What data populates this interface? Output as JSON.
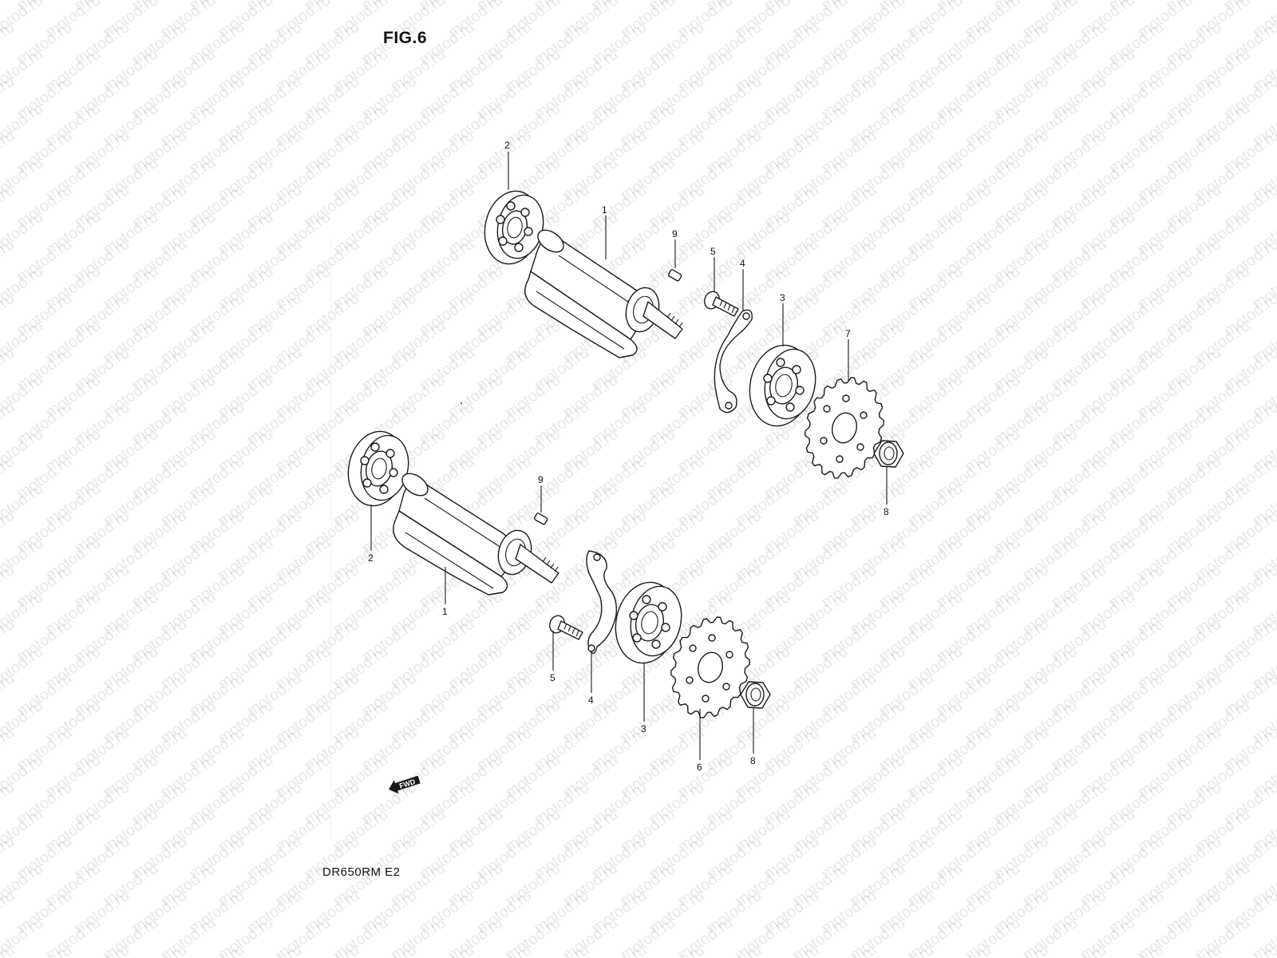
{
  "figure": {
    "title": "FIG.6",
    "model_code": "DR650RM E2"
  },
  "watermark": {
    "text": "motod.ru"
  },
  "fwd_arrow": {
    "label": "FWD"
  },
  "upper_assembly_labels": [
    "2",
    "1",
    "9",
    "5",
    "4",
    "3",
    "7",
    "8"
  ],
  "lower_assembly_labels": [
    "9",
    "2",
    "1",
    "5",
    "4",
    "3",
    "6",
    "8"
  ],
  "colors": {
    "ink": "#1a1a1a",
    "paper": "#ffffff"
  }
}
